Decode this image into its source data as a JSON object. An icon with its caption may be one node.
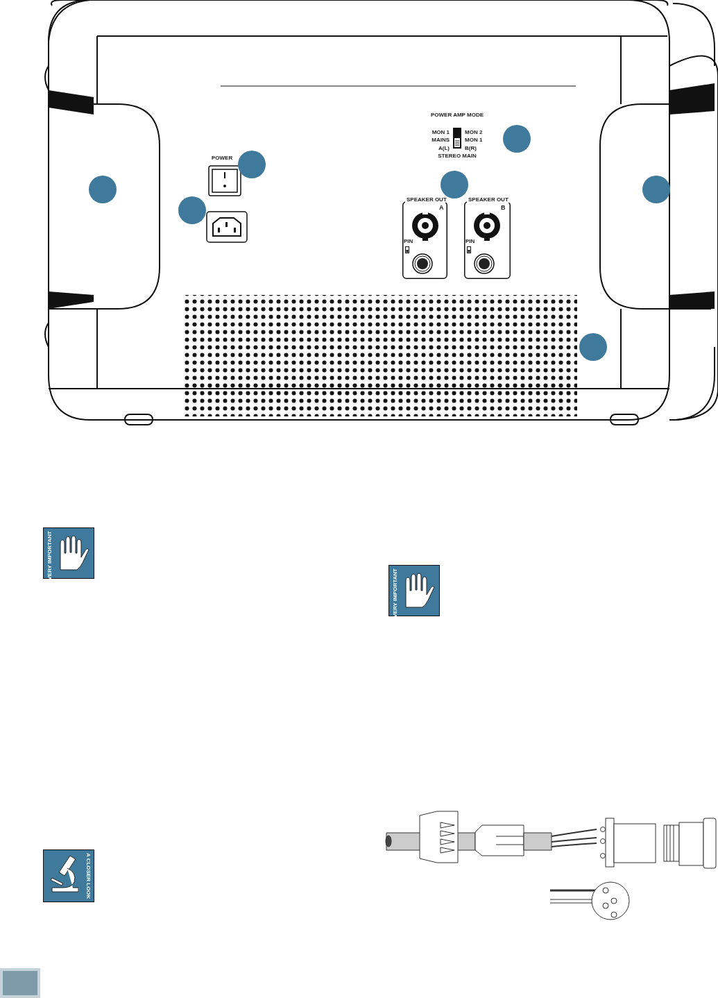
{
  "diagram": {
    "labels": [
      "POWER",
      "POWER AMP MODE",
      "MON 1",
      "MON 2",
      "MAINS",
      "MON 1",
      "A(L)",
      "B(R)",
      "STEREO MAIN",
      "SPEAKER OUT",
      "A",
      "SPEAKER OUT",
      "B",
      "PIN",
      "PIN",
      "VERY IMPORTANT",
      "VERY IMPORTANT",
      "A CLOSER LOOK"
    ]
  }
}
